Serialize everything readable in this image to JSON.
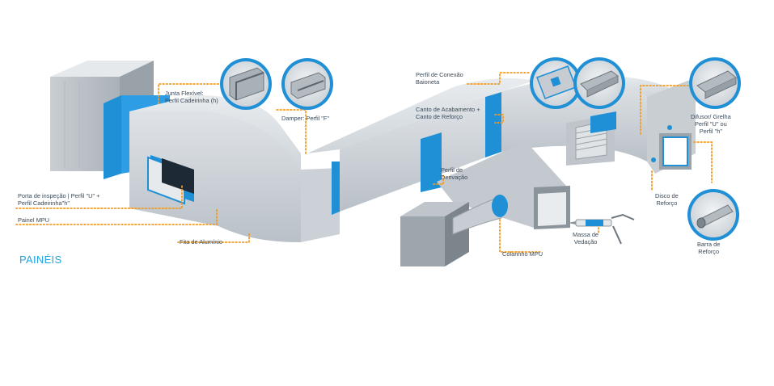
{
  "section_title": "PAINÉIS",
  "labels": {
    "junta_flexivel": [
      "Junta Flexível:",
      "Perfil Cadeirinha (h)"
    ],
    "damper": [
      "Damper: Perfil \"F\""
    ],
    "perfil_conexao": [
      "Perfil de Conexão",
      "Baioneta"
    ],
    "canto_acabamento": [
      "Canto de Acabamento +",
      "Canto de Reforço"
    ],
    "difusor": [
      "Difusor/ Grelha",
      "Perfil \"U\" ou",
      "Perfil \"h\""
    ],
    "porta_inspecao": [
      "Porta de inspeção | Perfil \"U\" +",
      "Perfil Cadeirinha\"h\""
    ],
    "painel_mpu": [
      "Painel MPU"
    ],
    "fita_aluminio": [
      "Fita de Alumínio"
    ],
    "perfil_derivacao": [
      "Perfil de",
      "Derivação"
    ],
    "disco_reforco": [
      "Disco de",
      "Reforço"
    ],
    "barra_reforco": [
      "Barra de",
      "Reforço"
    ],
    "massa_vedacao": [
      "Massa de",
      "Vedação"
    ],
    "colarinho_mpu": [
      "Colarinho MPU"
    ]
  },
  "icons": {
    "callout_1": "perfil-cadeirinha-icon",
    "callout_2": "perfil-f-icon",
    "callout_3": "baioneta-icon",
    "callout_4": "canto-acabamento-icon",
    "callout_5": "perfil-u-icon",
    "callout_6": "barra-reforco-icon"
  },
  "colors": {
    "accent_blue": "#1f8fd6",
    "leader_orange": "#f39a1e",
    "section_title": "#1ea3e0",
    "duct_gray": "#d4d9de"
  }
}
